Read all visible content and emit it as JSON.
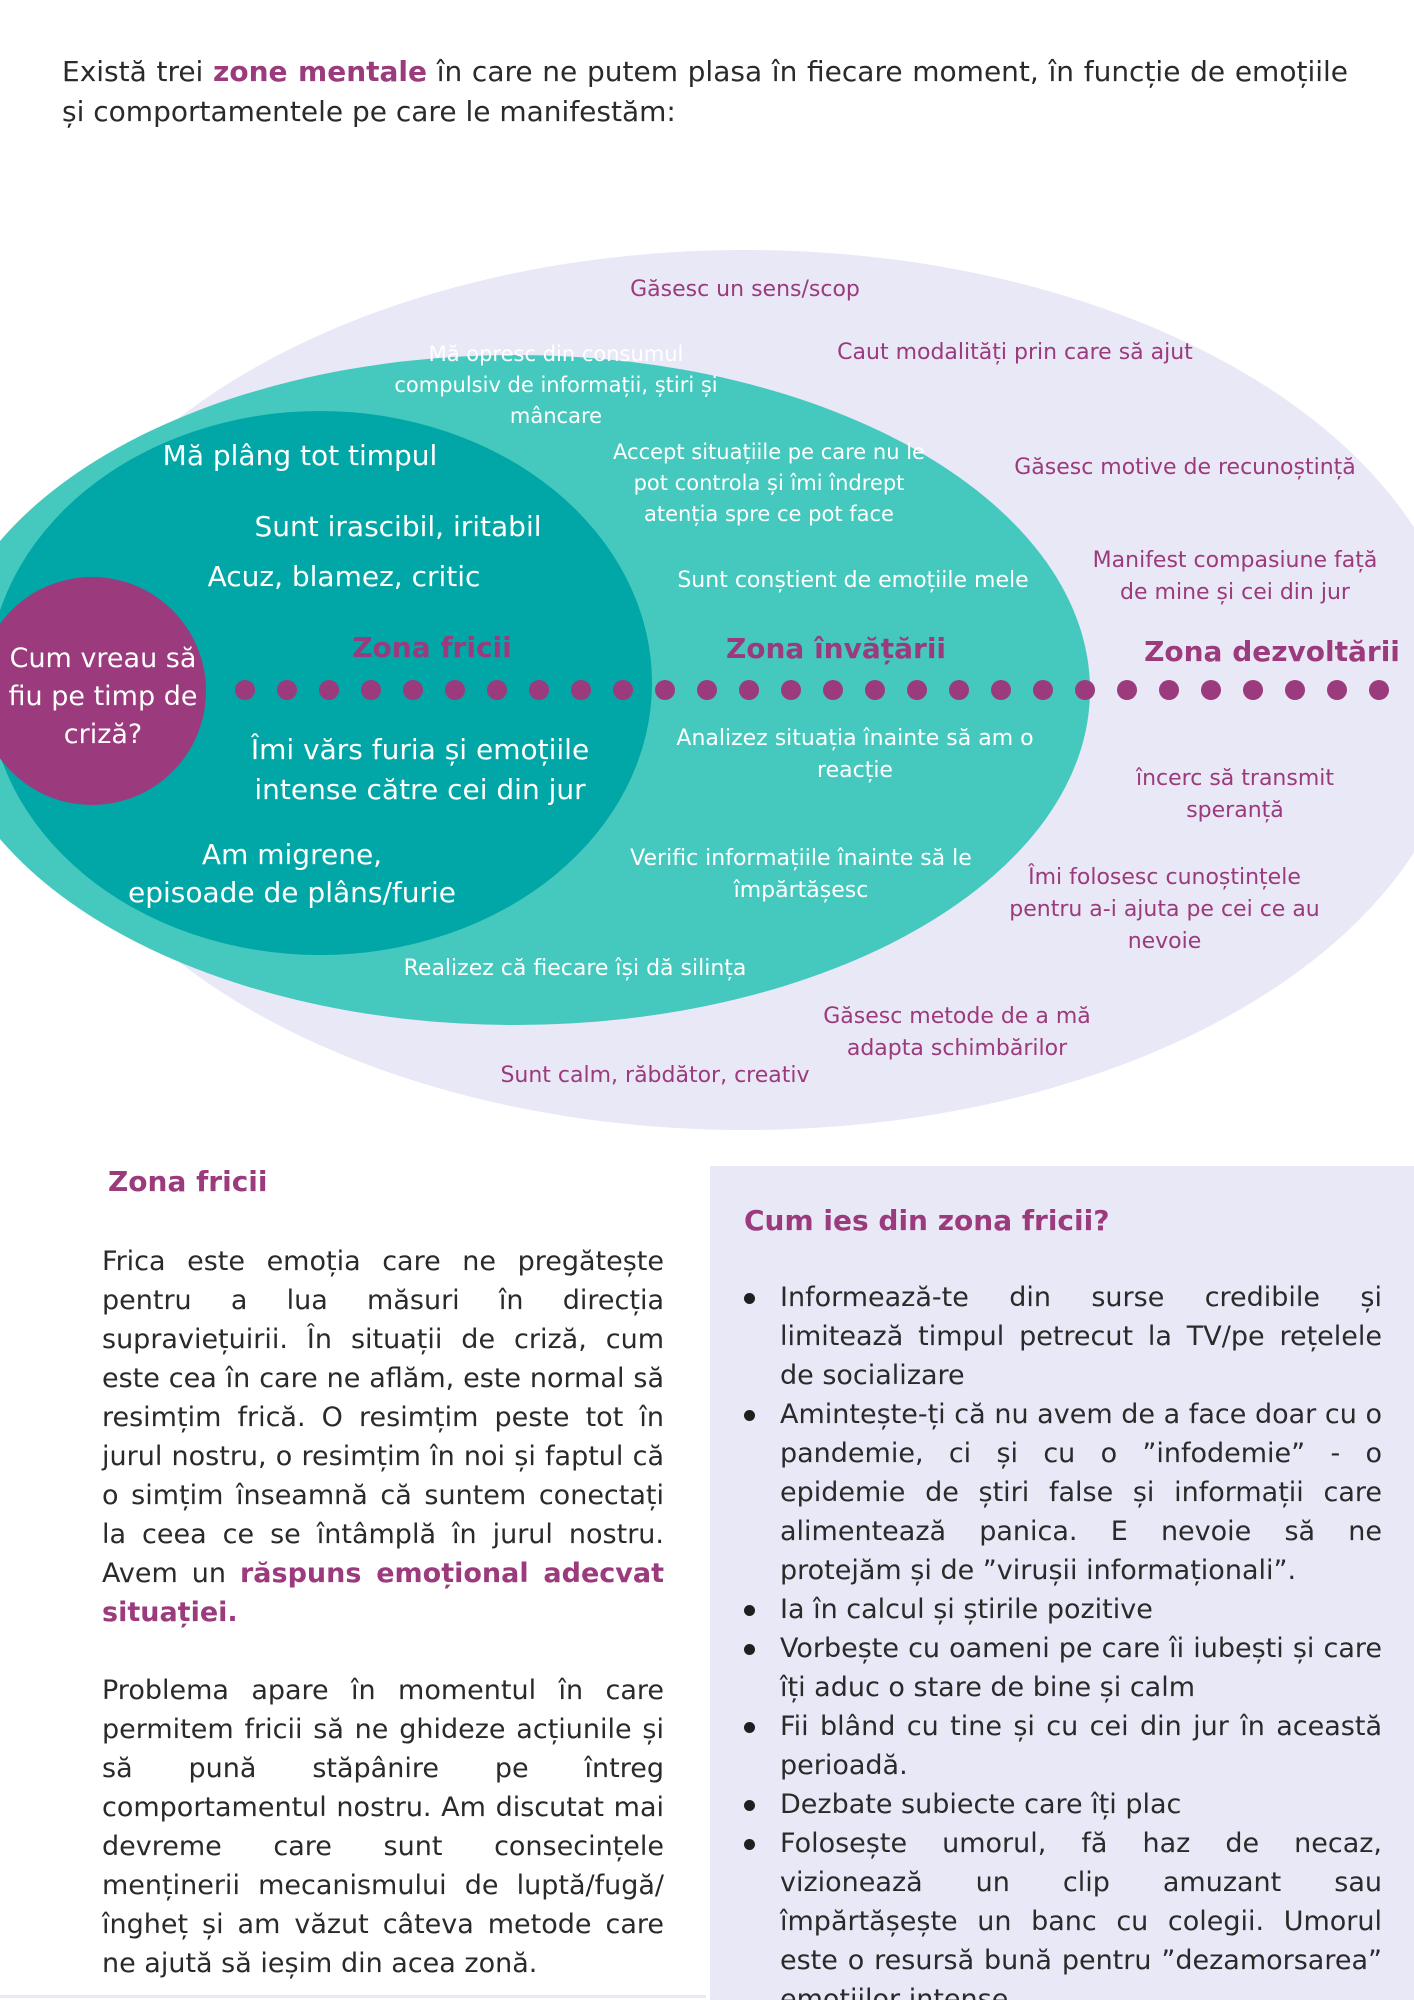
{
  "intro": {
    "before": "Există trei ",
    "highlight": "zone mentale",
    "after": " în care ne putem plasa în fiecare moment, în funcție de emoțiile și comportamentele pe care le manifestăm:"
  },
  "colors": {
    "outer_ellipse": "#e9e8f6",
    "middle_ellipse": "#45c9be",
    "inner_ellipse": "#00a7a6",
    "center_circle": "#9b3a7c",
    "accent": "#9b3a7c"
  },
  "diagram": {
    "center": {
      "lines": [
        "Cum vreau să",
        "fiu pe timp de",
        "criză?"
      ]
    },
    "zones": {
      "fear": "Zona fricii",
      "learning": "Zona învățării",
      "growth": "Zona dezvoltării"
    },
    "fear_items": {
      "complain": "Mă plâng tot timpul",
      "irascible": "Sunt irascibil, iritabil",
      "blame": "Acuz, blamez, critic",
      "anger": [
        "Îmi vărs furia și emoțiile",
        "intense către cei din jur"
      ],
      "migraine": [
        "Am migrene,",
        "episoade de plâns/furie"
      ]
    },
    "learning_items": {
      "stop": [
        "Mă opresc din consumul",
        "compulsiv de informații, știri și",
        "mâncare"
      ],
      "accept": [
        "Accept situațiile pe care nu le",
        "pot controla și îmi îndrept",
        "atenția spre ce pot face"
      ],
      "aware": "Sunt conștient de emoțiile mele",
      "analyze": [
        "Analizez situația înainte să am o",
        "reacție"
      ],
      "verify": [
        "Verific informațiile înainte să le",
        "împărtășesc"
      ],
      "realize": "Realizez că fiecare își dă silința"
    },
    "growth_items": {
      "meaning": "Găsesc un sens/scop",
      "help": "Caut modalități prin care să ajut",
      "gratitude": "Găsesc motive de recunoștință",
      "compassion": [
        "Manifest compasiune față",
        "de mine și cei din jur"
      ],
      "hope": [
        "încerc să transmit",
        "speranță"
      ],
      "knowledge": [
        "Îmi folosesc cunoștințele",
        "pentru a-i ajuta pe cei ce au",
        "nevoie"
      ],
      "adapt": [
        "Găsesc metode de a mă",
        "adapta schimbărilor"
      ],
      "calm": "Sunt calm, răbdător, creativ"
    }
  },
  "fear_section": {
    "title": "Zona fricii",
    "p1_text": "Frica este emoția care ne pregătește pentru a lua măsuri în direcția supraviețuirii. În situații de criză, cum este cea în care ne aflăm, este normal să resimțim frică. O resimțim peste tot în jurul nostru, o resimțim în noi și faptul că o simțim înseamnă că suntem conectați la ceea ce se întâmplă în jurul nostru. Avem un ",
    "p1_highlight": "răspuns emoțional adecvat situației.",
    "p2": "Problema apare în momentul în care permitem fricii să ne ghideze acțiunile și să pună stăpânire pe întreg comportamentul nostru.  Am discutat mai devreme care sunt consecințele menținerii mecanismului de luptă/fugă/îngheț și am văzut câteva metode care ne ajută să ieșim din acea zonă."
  },
  "exit_section": {
    "title": "Cum ies din zona fricii?",
    "items": [
      "Informează-te din surse credibile și limitează timpul petrecut la TV/pe rețelele de socializare",
      "Amintește-ți că nu avem de a face doar cu o pandemie, ci și cu o ”infodemie” - o epidemie de știri false și informații care alimentează panica. E nevoie să ne protejăm și de ”virușii informaționali”.",
      "Ia în calcul și știrile pozitive",
      "Vorbește cu oameni pe care îi iubești și care îți aduc o stare de bine și calm",
      "Fii blând cu tine și cu cei din jur în această perioadă.",
      "Dezbate subiecte care îți plac",
      "Folosește umorul, fă haz de necaz, vizionează un clip amuzant sau împărtășește un banc cu colegii. Umorul este o resursă bună pentru ”dezamorsarea” emoțiilor intense."
    ]
  }
}
